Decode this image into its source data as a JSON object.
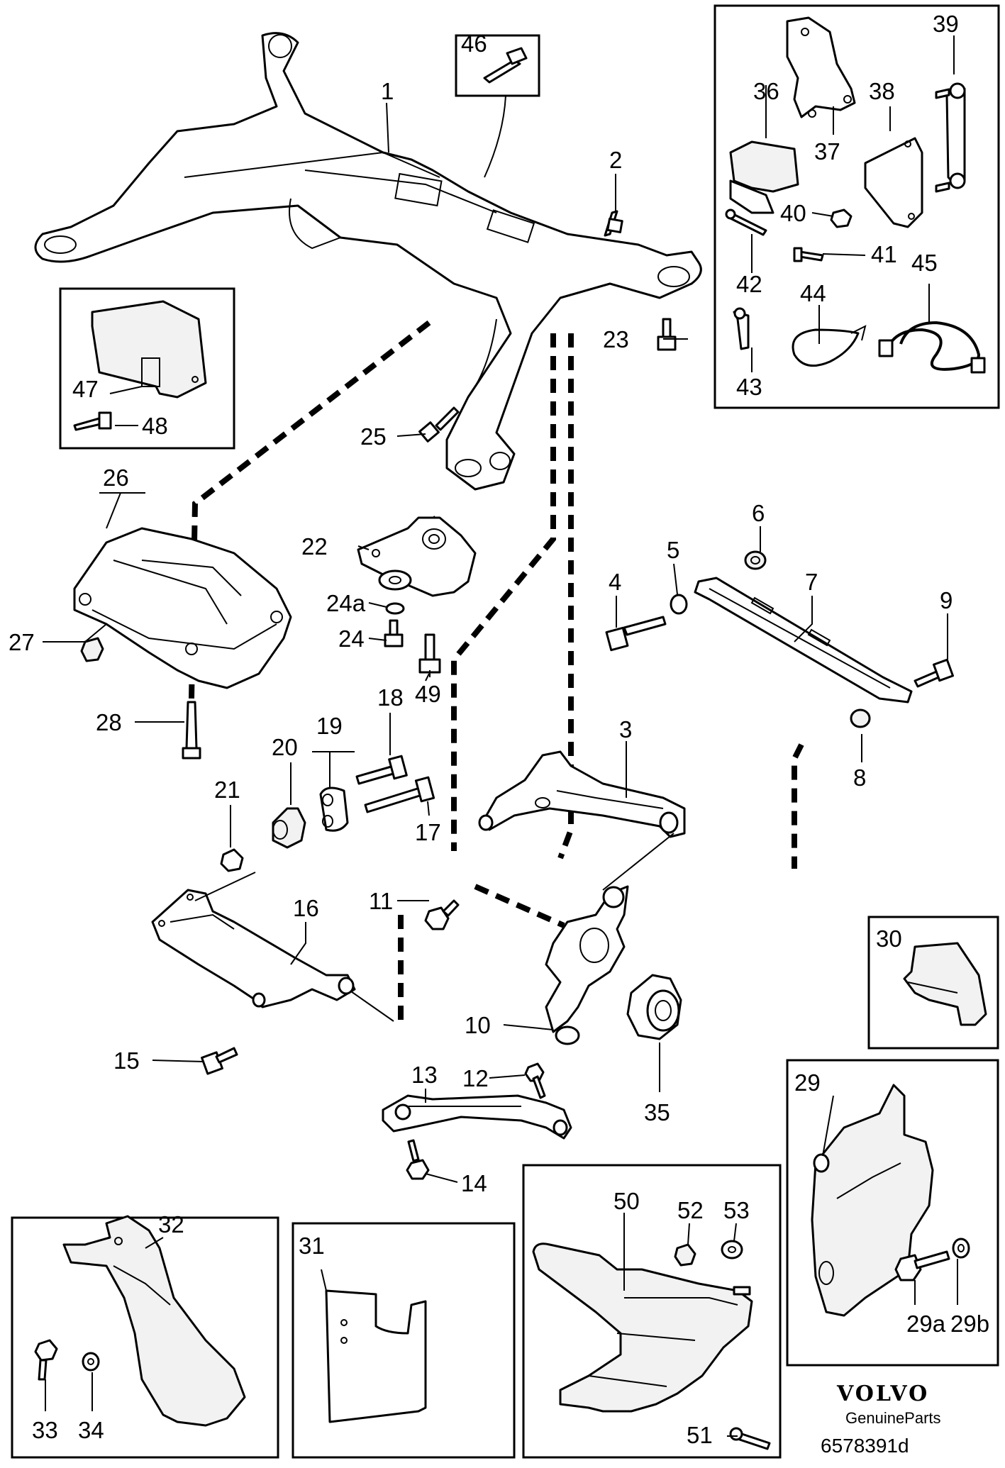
{
  "callouts": [
    "1",
    "2",
    "3",
    "4",
    "5",
    "6",
    "7",
    "8",
    "9",
    "10",
    "11",
    "12",
    "13",
    "14",
    "15",
    "16",
    "17",
    "18",
    "19",
    "20",
    "21",
    "22",
    "23",
    "24",
    "24a",
    "25",
    "26",
    "27",
    "28",
    "29",
    "29a",
    "29b",
    "30",
    "31",
    "32",
    "33",
    "34",
    "35",
    "36",
    "37",
    "38",
    "39",
    "40",
    "41",
    "42",
    "43",
    "44",
    "45",
    "46",
    "47",
    "48",
    "49",
    "50",
    "51",
    "52",
    "53"
  ],
  "brand": {
    "logo_text": "VOLVO",
    "tagline": "GenuineParts",
    "diagram_number": "6578391d"
  }
}
